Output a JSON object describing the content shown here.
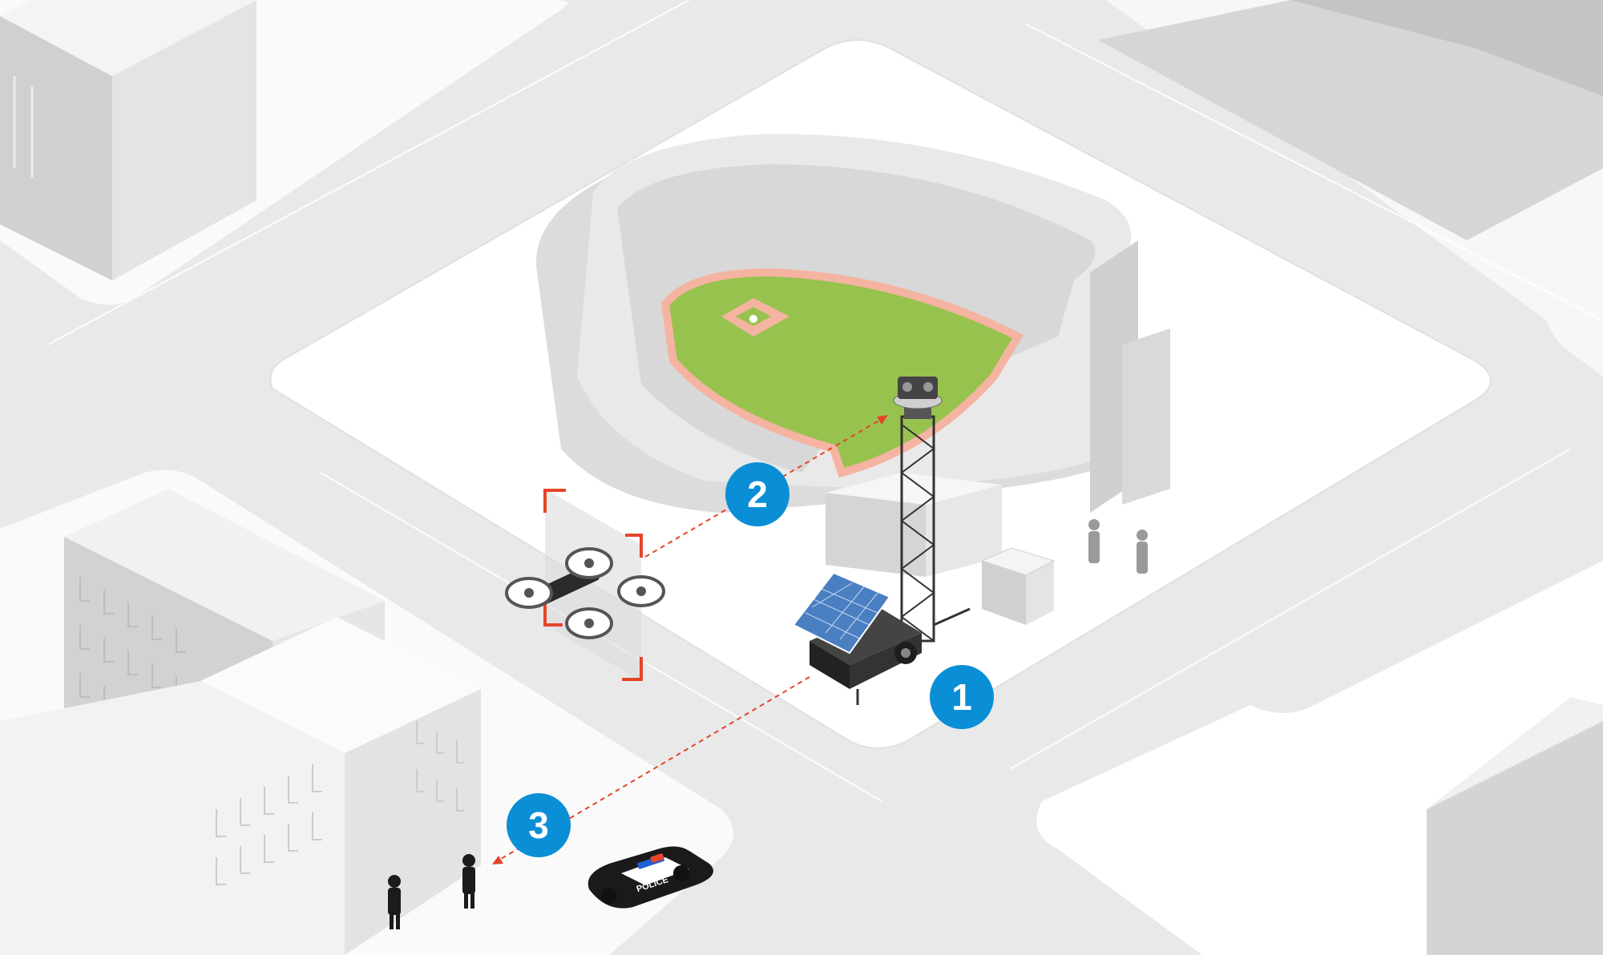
{
  "callouts": [
    {
      "id": "1",
      "label": "1",
      "target": "solar-camera-trailer"
    },
    {
      "id": "2",
      "label": "2",
      "target": "drone-to-mast-link"
    },
    {
      "id": "3",
      "label": "3",
      "target": "trailer-to-officer-link"
    }
  ],
  "vehicle": {
    "decal": "POLICE"
  },
  "colors": {
    "callout": "#0a8fd6",
    "arrow": "#e5452a",
    "drone_frame": "#e5452a",
    "field": "#98c24e",
    "infield_dirt": "#f5b3a1",
    "ground": "#ffffff",
    "road": "#e6e6e6",
    "building": "#cfcfcf",
    "solar_panel": "#4a7fc2"
  },
  "icons": {
    "stadium": "baseball-stadium-icon",
    "mast": "camera-mast-icon",
    "trailer": "solar-trailer-icon",
    "drone": "quadcopter-drone-icon",
    "car": "police-car-icon",
    "officer": "officer-figure-icon",
    "person": "pedestrian-figure-icon"
  }
}
